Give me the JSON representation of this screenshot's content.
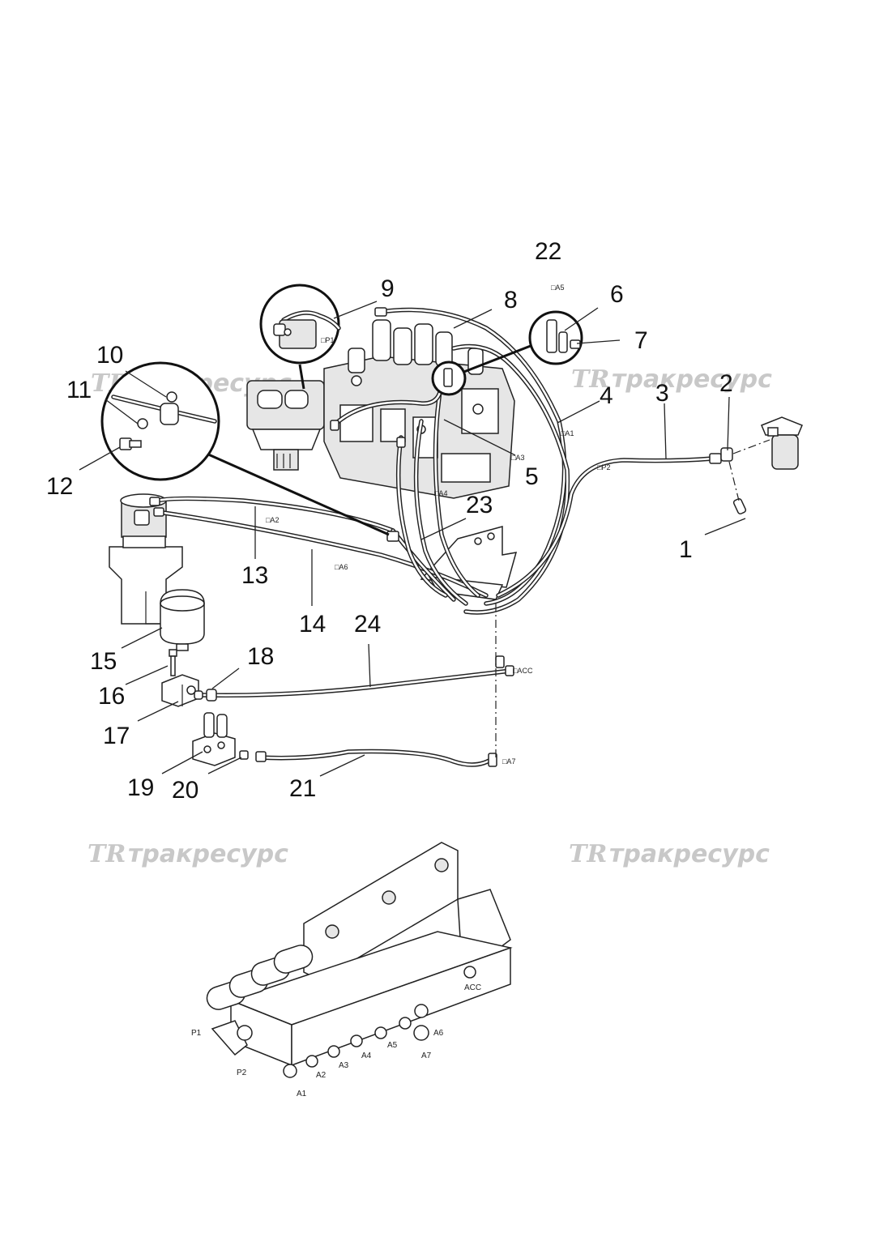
{
  "callouts": {
    "c1": "1",
    "c2": "2",
    "c3": "3",
    "c4": "4",
    "c5": "5",
    "c6": "6",
    "c7": "7",
    "c8": "8",
    "c9": "9",
    "c10": "10",
    "c11": "11",
    "c12": "12",
    "c13": "13",
    "c14": "14",
    "c15": "15",
    "c16": "16",
    "c17": "17",
    "c18": "18",
    "c19": "19",
    "c20": "20",
    "c21": "21",
    "c22": "22",
    "c23": "23",
    "c24": "24"
  },
  "hose_tags": {
    "p1": "□P1",
    "a5": "□A5",
    "a1": "□A1",
    "p2": "□P2",
    "a3": "□A3",
    "a4": "□A4",
    "a2": "□A2",
    "a6": "□A6",
    "acc": "□ACC",
    "a7": "□A7"
  },
  "block_ports": {
    "acc": "ACC",
    "p1": "P1",
    "p2": "P2",
    "a1": "A1",
    "a2": "A2",
    "a3": "A3",
    "a4": "A4",
    "a5": "A5",
    "a6": "A6",
    "a7": "A7"
  },
  "watermark": {
    "logo": "TR",
    "text": "тракресурс"
  }
}
